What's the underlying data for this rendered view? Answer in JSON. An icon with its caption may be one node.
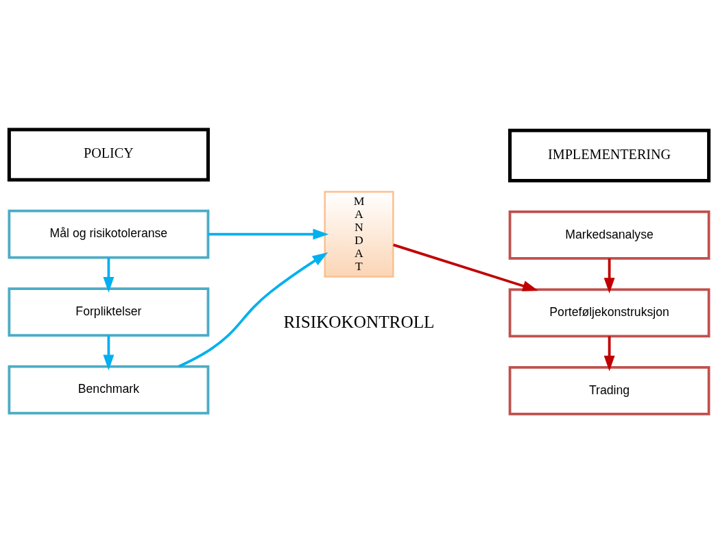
{
  "diagram": {
    "nodes": [
      {
        "text": [
          "POLICY"
        ]
      },
      {
        "text": [
          "IMPLEMENTERING"
        ]
      },
      {
        "text": [
          "Mål og risikotoleranse"
        ]
      },
      {
        "text": [
          "Forpliktelser"
        ]
      },
      {
        "text": [
          "Benchmark"
        ]
      },
      {
        "text": [
          "M A N D A T"
        ]
      },
      {
        "text": [
          "Markedsanalyse"
        ]
      },
      {
        "text": [
          "Porteføljekonstruksjon"
        ]
      },
      {
        "text": [
          "Trading"
        ]
      }
    ],
    "edges": [
      {
        "from": 2,
        "to": 5,
        "arrow": "to",
        "color": "#00b0f0"
      },
      {
        "from": 2,
        "to": 3,
        "arrow": "to",
        "color": "#00b0f0"
      },
      {
        "from": 3,
        "to": 4,
        "arrow": "to",
        "color": "#00b0f0"
      },
      {
        "from": 4,
        "to": 5,
        "arrow": "to",
        "color": "#00b0f0"
      },
      {
        "from": 5,
        "to": 7,
        "arrow": "to",
        "color": "#c00000"
      },
      {
        "from": 6,
        "to": 7,
        "arrow": "to",
        "color": "#c00000"
      },
      {
        "from": 7,
        "to": 8,
        "arrow": "to",
        "color": "#c00000"
      }
    ],
    "labels": [
      "RISIKOKONTROLL"
    ]
  }
}
